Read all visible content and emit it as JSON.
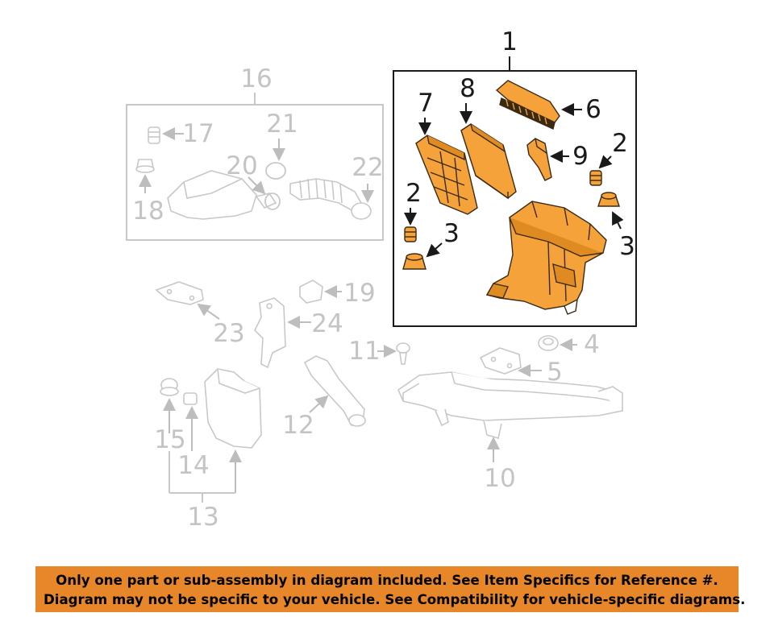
{
  "colors": {
    "highlight_fill": "#f5a23a",
    "highlight_stroke": "#3a2a14",
    "ghost_stroke": "#c8c8c8",
    "banner_background": "#e8862a"
  },
  "callouts": {
    "c1": "1",
    "c2a": "2",
    "c2b": "2",
    "c3a": "3",
    "c3b": "3",
    "c4": "4",
    "c5": "5",
    "c6": "6",
    "c7": "7",
    "c8": "8",
    "c9": "9",
    "c10": "10",
    "c11": "11",
    "c12": "12",
    "c13": "13",
    "c14": "14",
    "c15": "15",
    "c16": "16",
    "c17": "17",
    "c18": "18",
    "c19": "19",
    "c20": "20",
    "c21": "21",
    "c22": "22",
    "c23": "23",
    "c24": "24"
  },
  "notice": {
    "line1": "Only one part or sub-assembly in diagram included. See Item Specifics for Reference #.",
    "line2": "Diagram may not be specific to your vehicle. See Compatibility for vehicle-specific diagrams."
  }
}
